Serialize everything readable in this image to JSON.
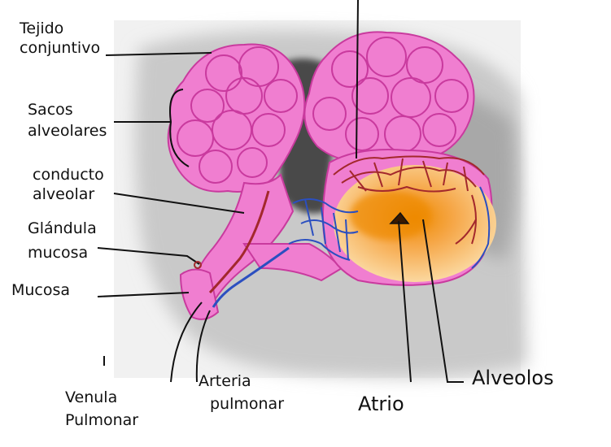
{
  "diagram": {
    "labels": {
      "tejido_1": "Tejido",
      "tejido_2": "conjuntivo",
      "sacos_1": "Sacos",
      "sacos_2": "alveolares",
      "conducto_1": "conducto",
      "conducto_2": "alveolar",
      "glandula_1": "Glándula",
      "glandula_2": "mucosa",
      "mucosa": "Mucosa",
      "venula_1": "Venula",
      "venula_2": "Pulmonar",
      "arteria_1": "Arteria",
      "arteria_2": "pulmonar",
      "atrio": "Atrio",
      "alveolos": "Alveolos"
    },
    "colors": {
      "alveoli_pink": "#f07ed0",
      "alveoli_outline": "#c93a9e",
      "atrium_orange": "#f5a623",
      "atrium_pale": "#f9cf86",
      "vein_red": "#a3282c",
      "artery_blue": "#2b4fc0",
      "shading_gray": "#9a9a9a"
    }
  }
}
